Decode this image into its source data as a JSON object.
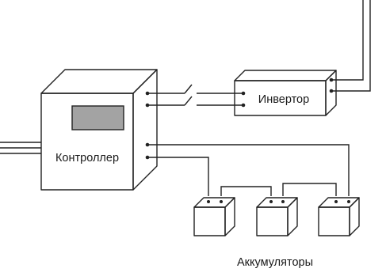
{
  "diagram": {
    "controller_label": "Контроллер",
    "inverter_label": "Инвертор",
    "batteries_label": "Аккумуляторы"
  },
  "colors": {
    "line": "#222222",
    "display_fill": "#a3a3a3",
    "box_fill": "#ffffff"
  }
}
